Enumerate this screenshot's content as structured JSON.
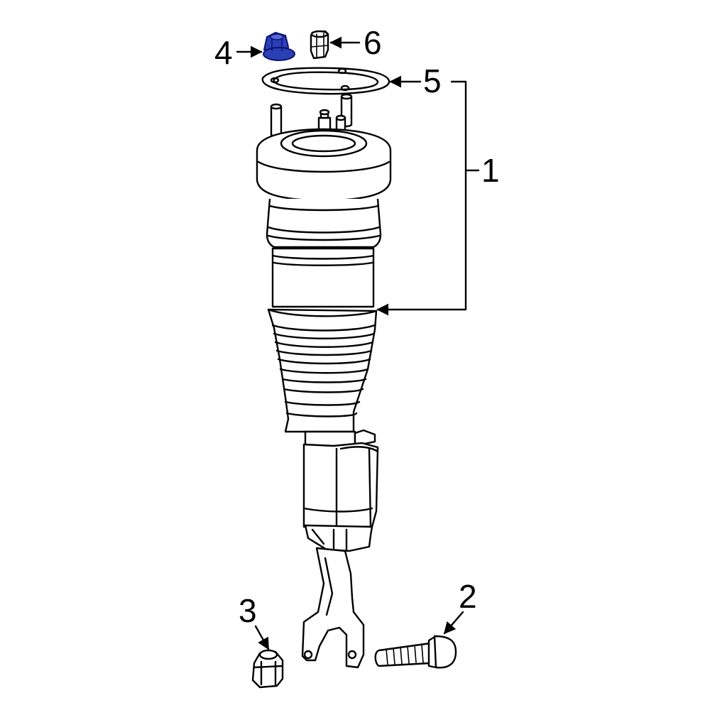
{
  "callouts": [
    {
      "id": "1",
      "label": "1"
    },
    {
      "id": "2",
      "label": "2"
    },
    {
      "id": "3",
      "label": "3"
    },
    {
      "id": "4",
      "label": "4"
    },
    {
      "id": "5",
      "label": "5"
    },
    {
      "id": "6",
      "label": "6"
    }
  ],
  "colors": {
    "line": "#000000",
    "background": "#ffffff",
    "highlight_fill": "#2b3fb5",
    "highlight_stroke": "#0a1270"
  },
  "highlighted_part": "4"
}
